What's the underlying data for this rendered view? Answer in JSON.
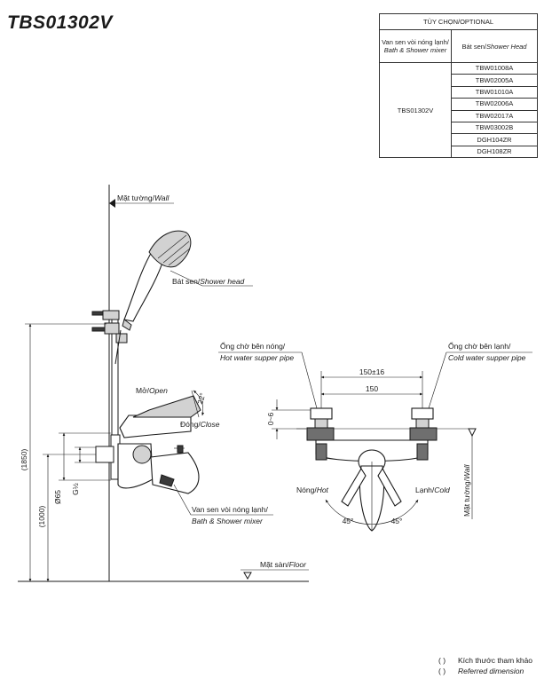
{
  "title": "TBS01302V",
  "options_table": {
    "header": "TÙY CHỌN/OPTIONAL",
    "col1_vi": "Van sen vòi nóng lạnh/",
    "col1_en": "Bath & Shower mixer",
    "col2_vi": "Bát sen/",
    "col2_en": "Shower Head",
    "model": "TBS01302V",
    "parts": [
      "TBW01008A",
      "TBW02005A",
      "TBW01010A",
      "TBW02006A",
      "TBW02017A",
      "TBW03002B",
      "DGH104ZR",
      "DGH108ZR"
    ]
  },
  "labels": {
    "wall_vi": "Mặt tường/",
    "wall_en": "Wall",
    "showerhead_vi": "Bát sen/",
    "showerhead_en": "Shower head",
    "open_vi": "Mở/",
    "open_en": "Open",
    "close_vi": "Đóng/",
    "close_en": "Close",
    "angle_22": "22°",
    "mixer_vi": "Van sen vòi nóng lạnh/",
    "mixer_en": "Bath & Shower mixer",
    "floor_vi": "Mặt sàn/",
    "floor_en": "Floor",
    "hot_pipe_vi": "Ống chờ bên nóng/",
    "hot_pipe_en": "Hot water supper pipe",
    "cold_pipe_vi": "Ống chờ bên lạnh/",
    "cold_pipe_en": "Cold water supper pipe",
    "hot_vi": "Nóng/",
    "hot_en": "Hot",
    "cold_vi": "Lạnh/",
    "cold_en": "Cold",
    "wall2_vi": "Mặt tường/",
    "wall2_en": "Wall"
  },
  "dimensions": {
    "d1850": "(1850)",
    "d1000": "(1000)",
    "d65": "Ø65",
    "g12": "G½",
    "d150_16": "150±16",
    "d150": "150",
    "d0_6": "0~6",
    "a45_left": "45°",
    "a45_right": "45°"
  },
  "note": {
    "paren": "(      )",
    "vi": "Kích thước tham khảo",
    "en": "Referred dimension"
  }
}
